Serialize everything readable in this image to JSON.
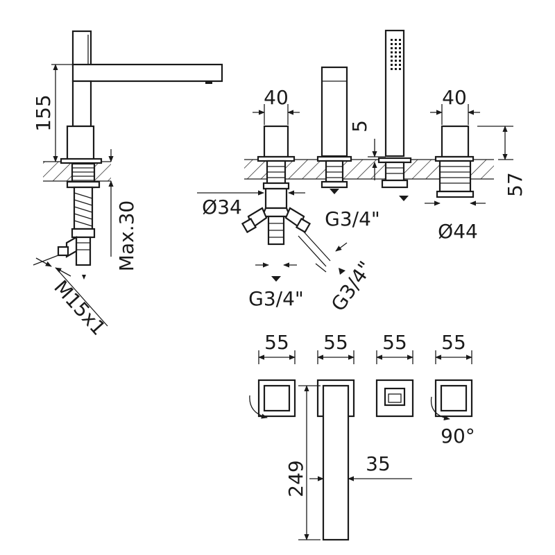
{
  "dimensions": {
    "spout_height": "155",
    "deck_thickness_max": "Max.30",
    "thread_connector": "M15x1",
    "handle_width_left": "40",
    "handle_width_right": "40",
    "shower_offset": "5",
    "height_above_deck": "57",
    "diameter_left": "Ø34",
    "diameter_right": "Ø44",
    "thread_middle": "G3/4\"",
    "thread_bottom": "G3/4\"",
    "thread_diagonal": "G3/4\"",
    "top_width_1": "55",
    "top_width_2": "55",
    "top_width_3": "55",
    "top_width_4": "55",
    "rotation_angle": "90°",
    "spout_length": "249",
    "spout_width": "35"
  }
}
